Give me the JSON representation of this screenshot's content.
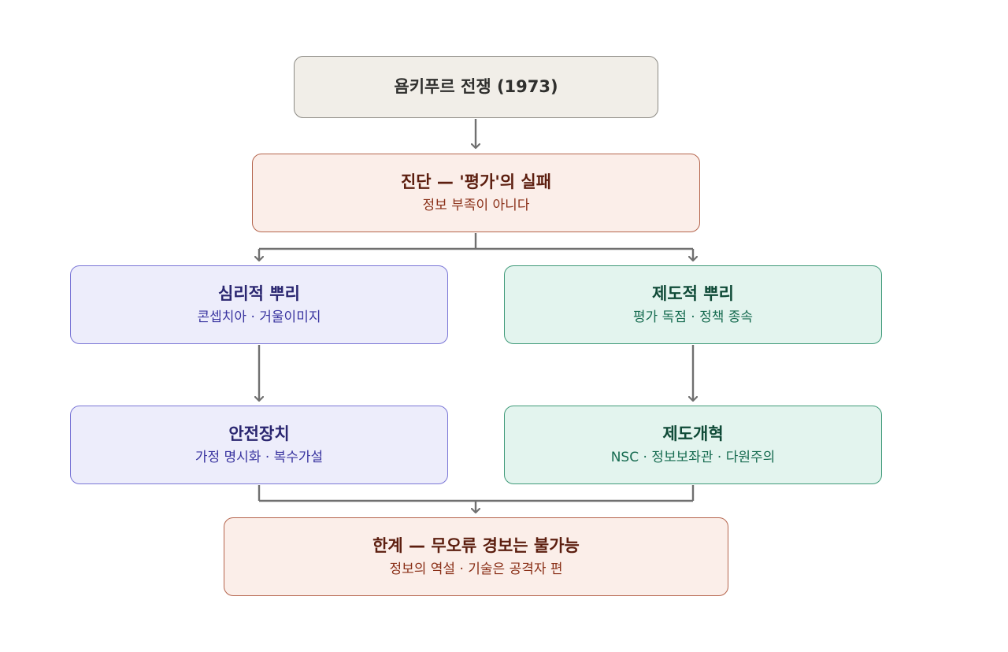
{
  "nodes": {
    "top": {
      "title": "욤키푸르 전쟁 (1973)"
    },
    "diagnosis": {
      "title": "진단 — '평가'의 실패",
      "subtitle": "정보 부족이 아니다"
    },
    "psychological": {
      "title": "심리적 뿌리",
      "subtitle": "콘셉치아 · 거울이미지"
    },
    "institutional": {
      "title": "제도적 뿌리",
      "subtitle": "평가 독점 · 정책 종속"
    },
    "safeguards": {
      "title": "안전장치",
      "subtitle": "가정 명시화 · 복수가설"
    },
    "reform": {
      "title": "제도개혁",
      "subtitle": "NSC · 정보보좌관 · 다원주의"
    },
    "limits": {
      "title": "한계 — 무오류 경보는 불가능",
      "subtitle": "정보의 역설 · 기술은 공격자 편"
    }
  },
  "colors": {
    "connector": "#707070",
    "neutral_fill": "#f1eee8",
    "warm_fill": "#fbeee9",
    "blue_fill": "#ededfb",
    "green_fill": "#e3f4ee"
  }
}
